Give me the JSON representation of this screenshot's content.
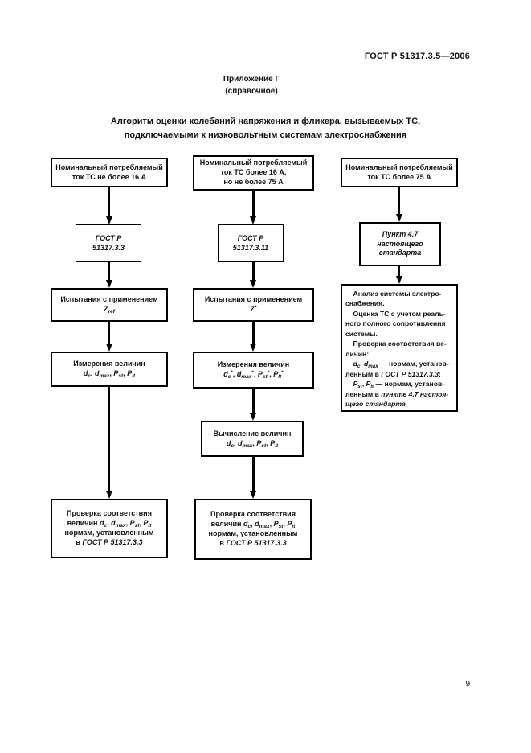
{
  "page": {
    "standard_ref": "ГОСТ Р 51317.3.5—2006",
    "appendix_title": "Приложение Г",
    "appendix_note": "(справочное)",
    "title_lines": [
      "Алгоритм оценки колебаний напряжения и фликера, вызываемых ТС,",
      "подключаемыми к низковольтным системам электроснабжения"
    ],
    "page_number": "9"
  },
  "flowchart": {
    "col1_input": {
      "lines": [
        [
          {
            "t": "Номинальный потребляемый"
          }
        ],
        [
          {
            "t": "ток ТС не более 16 А"
          }
        ]
      ]
    },
    "col1_standard": {
      "lines": [
        [
          {
            "t": "ГОСТ Р",
            "s": "i"
          }
        ],
        [
          {
            "t": "51317.3.3",
            "s": "i"
          }
        ]
      ]
    },
    "col1_test": {
      "lines": [
        [
          {
            "t": "Испытания с применением"
          }
        ],
        [
          {
            "t": "Z",
            "s": "i"
          },
          {
            "t": "ref",
            "s": "isub"
          }
        ]
      ]
    },
    "col1_measure": {
      "lines": [
        [
          {
            "t": "Измерения величин"
          }
        ],
        [
          {
            "t": "d",
            "s": "i"
          },
          {
            "t": "c",
            "s": "isub"
          },
          {
            "t": ", "
          },
          {
            "t": "d",
            "s": "i"
          },
          {
            "t": "max",
            "s": "isub"
          },
          {
            "t": ", "
          },
          {
            "t": "P",
            "s": "i"
          },
          {
            "t": "st",
            "s": "isub"
          },
          {
            "t": ", "
          },
          {
            "t": "P",
            "s": "i"
          },
          {
            "t": "lt",
            "s": "isub"
          }
        ]
      ]
    },
    "col1_check": {
      "lines": [
        [
          {
            "t": "Проверка соответствия"
          }
        ],
        [
          {
            "t": "величин "
          },
          {
            "t": "d",
            "s": "i"
          },
          {
            "t": "c",
            "s": "isub"
          },
          {
            "t": ", "
          },
          {
            "t": "d",
            "s": "i"
          },
          {
            "t": "max",
            "s": "isub"
          },
          {
            "t": ", "
          },
          {
            "t": "P",
            "s": "i"
          },
          {
            "t": "st",
            "s": "isub"
          },
          {
            "t": ", "
          },
          {
            "t": "P",
            "s": "i"
          },
          {
            "t": "lt",
            "s": "isub"
          }
        ],
        [
          {
            "t": "нормам, установленным"
          }
        ],
        [
          {
            "t": "в "
          },
          {
            "t": "ГОСТ Р 51317.3.3",
            "s": "i"
          }
        ]
      ]
    },
    "col2_input": {
      "lines": [
        [
          {
            "t": "Номинальный потребляемый"
          }
        ],
        [
          {
            "t": "ток ТС более 16 А,"
          }
        ],
        [
          {
            "t": "но не более 75 А"
          }
        ]
      ]
    },
    "col2_standard": {
      "lines": [
        [
          {
            "t": "ГОСТ Р",
            "s": "i"
          }
        ],
        [
          {
            "t": "51317.3.11",
            "s": "i"
          }
        ]
      ]
    },
    "col2_test": {
      "lines": [
        [
          {
            "t": "Испытания с применением"
          }
        ],
        [
          {
            "t": "Z",
            "s": "i"
          },
          {
            "t": "*",
            "s": "sup"
          }
        ]
      ]
    },
    "col2_measure": {
      "lines": [
        [
          {
            "t": "Измерения величин"
          }
        ],
        [
          {
            "t": "d",
            "s": "i"
          },
          {
            "t": "c",
            "s": "isub"
          },
          {
            "t": "*",
            "s": "sup"
          },
          {
            "t": ", "
          },
          {
            "t": "d",
            "s": "i"
          },
          {
            "t": "max",
            "s": "isub"
          },
          {
            "t": "*",
            "s": "sup"
          },
          {
            "t": ", "
          },
          {
            "t": "P",
            "s": "i"
          },
          {
            "t": "st",
            "s": "isub"
          },
          {
            "t": "*",
            "s": "sup"
          },
          {
            "t": ", "
          },
          {
            "t": "P",
            "s": "i"
          },
          {
            "t": "lt",
            "s": "isub"
          },
          {
            "t": "*",
            "s": "sup"
          }
        ]
      ]
    },
    "col2_compute": {
      "lines": [
        [
          {
            "t": "Вычисление величин"
          }
        ],
        [
          {
            "t": "d",
            "s": "i"
          },
          {
            "t": "c",
            "s": "isub"
          },
          {
            "t": ", "
          },
          {
            "t": "d",
            "s": "i"
          },
          {
            "t": "max",
            "s": "isub"
          },
          {
            "t": ", "
          },
          {
            "t": "P",
            "s": "i"
          },
          {
            "t": "st",
            "s": "isub"
          },
          {
            "t": ", "
          },
          {
            "t": "P",
            "s": "i"
          },
          {
            "t": "lt",
            "s": "isub"
          }
        ]
      ]
    },
    "col2_check": {
      "lines": [
        [
          {
            "t": "Проверка соответствия"
          }
        ],
        [
          {
            "t": "величин "
          },
          {
            "t": "d",
            "s": "i"
          },
          {
            "t": "c",
            "s": "isub"
          },
          {
            "t": ", "
          },
          {
            "t": "d",
            "s": "i"
          },
          {
            "t": "max",
            "s": "isub"
          },
          {
            "t": ", "
          },
          {
            "t": "P",
            "s": "i"
          },
          {
            "t": "st",
            "s": "isub"
          },
          {
            "t": ", "
          },
          {
            "t": "P",
            "s": "i"
          },
          {
            "t": "lt",
            "s": "isub"
          }
        ],
        [
          {
            "t": "нормам, установленным"
          }
        ],
        [
          {
            "t": "в "
          },
          {
            "t": "ГОСТ Р 51317.3.3",
            "s": "i"
          }
        ]
      ]
    },
    "col3_input": {
      "lines": [
        [
          {
            "t": "Номинальный потребляемый"
          }
        ],
        [
          {
            "t": "ток ТС более 75 А"
          }
        ]
      ]
    },
    "col3_clause": {
      "lines": [
        [
          {
            "t": "Пункт 4.7",
            "s": "i"
          }
        ],
        [
          {
            "t": "настоящего",
            "s": "i"
          }
        ],
        [
          {
            "t": "стандарта",
            "s": "i"
          }
        ]
      ]
    },
    "col3_analysis": {
      "lines": [
        [
          {
            "t": "    Анализ системы электро-"
          }
        ],
        [
          {
            "t": "снабжения."
          }
        ],
        [
          {
            "t": "    Оценка ТС с учетом реаль-"
          }
        ],
        [
          {
            "t": "ного полного сопротивления"
          }
        ],
        [
          {
            "t": "системы."
          }
        ],
        [
          {
            "t": "    Проверка соответствия ве-"
          }
        ],
        [
          {
            "t": "личин:"
          }
        ],
        [
          {
            "t": "    "
          },
          {
            "t": "d",
            "s": "i"
          },
          {
            "t": "c",
            "s": "isub"
          },
          {
            "t": ", "
          },
          {
            "t": "d",
            "s": "i"
          },
          {
            "t": "max",
            "s": "isub"
          },
          {
            "t": " — нормам, установ-"
          }
        ],
        [
          {
            "t": "ленным в "
          },
          {
            "t": "ГОСТ Р 51317.3.3",
            "s": "i"
          },
          {
            "t": ";"
          }
        ],
        [
          {
            "t": "    "
          },
          {
            "t": "P",
            "s": "i"
          },
          {
            "t": "st",
            "s": "isub"
          },
          {
            "t": ", "
          },
          {
            "t": "P",
            "s": "i"
          },
          {
            "t": "lt",
            "s": "isub"
          },
          {
            "t": " — нормам, установ-"
          }
        ],
        [
          {
            "t": "ленным в "
          },
          {
            "t": "пункте 4.7 настоя-",
            "s": "i"
          }
        ],
        [
          {
            "t": "щего стандарта",
            "s": "i"
          }
        ]
      ]
    }
  }
}
